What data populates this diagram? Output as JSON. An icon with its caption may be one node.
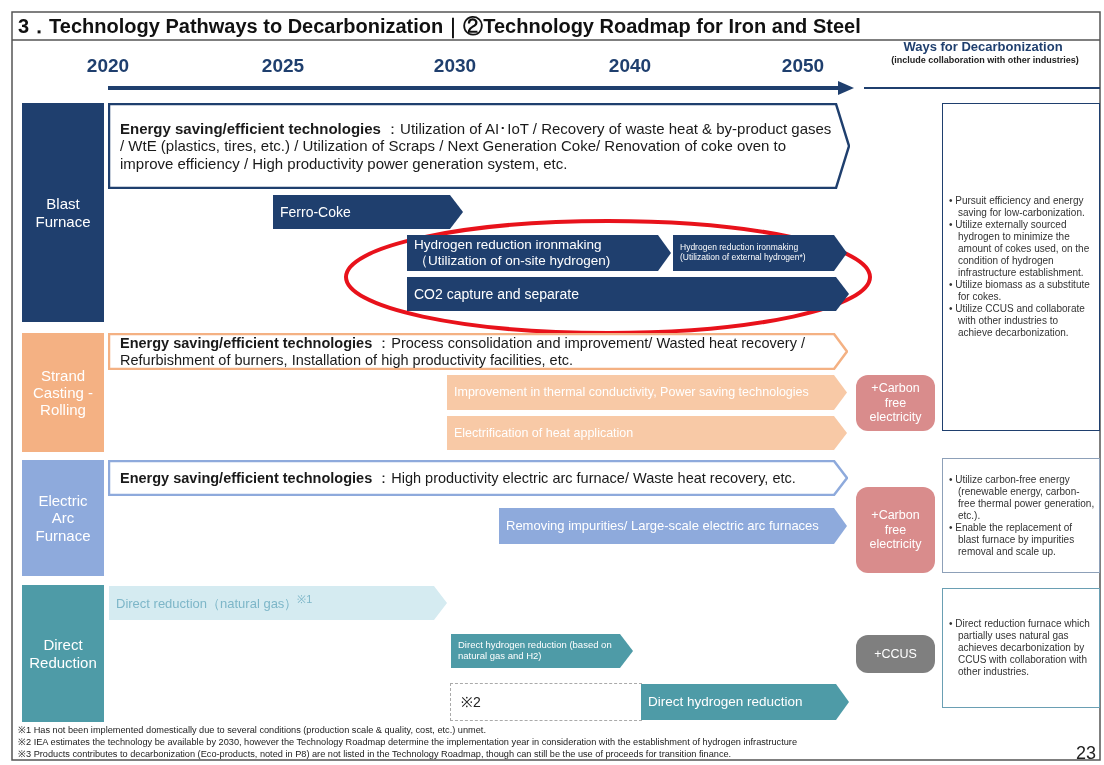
{
  "diagram": {
    "title": "3．Technology Pathways to Decarbonization｜②Technology Roadmap for Iron and Steel",
    "nodes": [
      {
        "text": [
          "Blast Furnace"
        ]
      },
      {
        "text": [
          "**Energy saving/efficient technologies** ：Utilization of AI･IoT / Recovery of waste heat & by-product gases / WtE (plastics, tires, etc.) / Utilization of Scraps / Next Generation Coke/ Renovation of coke oven to improve efficiency / High productivity power generation system, etc."
        ]
      },
      {
        "text": [
          "Ferro-Coke"
        ]
      },
      {
        "text": [
          "Hydrogen reduction ironmaking （Utilization of on-site hydrogen)"
        ]
      },
      {
        "text": [
          "Hydrogen reduction ironmaking (Utilization of external hydrogen*)"
        ]
      },
      {
        "text": [
          "CO2 capture and separate"
        ]
      },
      {
        "text": [
          "Strand Casting - Rolling"
        ]
      },
      {
        "text": [
          "**Energy saving/efficient technologies** ：Process consolidation and improvement/ Wasted heat recovery / Refurbishment of burners, Installation of high productivity facilities, etc."
        ]
      },
      {
        "text": [
          "Improvement in thermal conductivity, Power saving technologies"
        ]
      },
      {
        "text": [
          "Electrification of heat application"
        ]
      },
      {
        "text": [
          "+Carbon free electricity"
        ]
      },
      {
        "text": [
          "Electric Arc Furnace"
        ]
      },
      {
        "text": [
          "**Energy saving/efficient technologies** ：High productivity electric arc furnace/ Waste heat recovery, etc."
        ]
      },
      {
        "text": [
          "Removing impurities/ Large-scale electric arc furnaces"
        ]
      },
      {
        "text": [
          "+Carbon free electricity"
        ]
      },
      {
        "text": [
          "Direct Reduction"
        ]
      },
      {
        "text": [
          "Direct reduction（natural gas）$^{※1}$"
        ]
      },
      {
        "text": [
          "Direct hydrogen reduction (based on natural gas and H2)"
        ]
      },
      {
        "text": [
          "※2"
        ]
      },
      {
        "text": [
          "Direct hydrogen reduction"
        ]
      },
      {
        "text": [
          "+CCUS"
        ]
      },
      {
        "text": [
          "• Pursuit efficiency and energy saving for low-carbonization.",
          "• Utilize externally sourced hydrogen to minimize the amount of cokes used, on the condition of hydrogen infrastructure establishment.",
          "• Utilize biomass as a substitute for cokes.",
          "• Utilize CCUS and collaborate with other industries to achieve decarbonization."
        ]
      },
      {
        "text": [
          "• Utilize carbon-free energy (renewable energy, carbon-free thermal power generation, etc.).",
          "• Enable the replacement of blast furnace by impurities removal and scale up."
        ]
      },
      {
        "text": [
          "• Direct reduction furnace which partially uses natural gas achieves decarbonization by CCUS with collaboration with other industries."
        ]
      }
    ],
    "labels": [
      "2020",
      "2025",
      "2030",
      "2040",
      "2050",
      "Ways for Decarbonization",
      "(include collaboration with other industries)",
      "※1 Has not been implemented domestically due to several conditions (production scale & quality, cost, etc.) unmet.",
      "※2 IEA estimates the technology be available by 2030, however the Technology Roadmap determine the implementation year in consideration with the establishment of hydrogen infrastructure",
      "※3 Products contributes to decarbonization (Eco-products, noted in P8) are not listed in the Technology Roadmap, though can still be the use of proceeds for transition finance.",
      "23"
    ]
  }
}
